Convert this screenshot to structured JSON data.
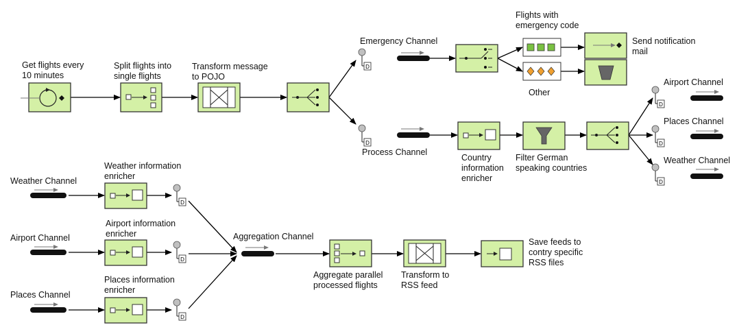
{
  "labels": {
    "get_flights": [
      "Get flights every",
      "10 minutes"
    ],
    "split_flights": [
      "Split flights into",
      "single flights"
    ],
    "transform_pojo": [
      "Transform message",
      "to POJO"
    ],
    "emergency_channel": "Emergency Channel",
    "flights_emergency": [
      "Flights with",
      "emergency code"
    ],
    "send_notification": [
      "Send notification",
      "mail"
    ],
    "other": "Other",
    "process_channel": "Process Channel",
    "country_enricher": [
      "Country",
      "information",
      "enricher"
    ],
    "filter_german": [
      "Filter German",
      "speaking countries"
    ],
    "airport_channel_out": "Airport Channel",
    "places_channel_out": "Places Channel",
    "weather_channel_out": "Weather Channel",
    "weather_channel_in": "Weather Channel",
    "airport_channel_in": "Airport Channel",
    "places_channel_in": "Places Channel",
    "weather_enricher": [
      "Weather information",
      "enricher"
    ],
    "airport_enricher": [
      "Airport information",
      "enricher"
    ],
    "places_enricher": [
      "Places information",
      "enricher"
    ],
    "aggregation_channel": "Aggregation Channel",
    "aggregate": [
      "Aggregate parallel",
      "processed flights"
    ],
    "transform_rss": [
      "Transform to",
      "RSS feed"
    ],
    "save_feeds": [
      "Save feeds to",
      "contry specific",
      "RSS files"
    ],
    "datatype_marker": "D"
  },
  "colors": {
    "node_fill": "#d4f0a6",
    "stroke": "#333333",
    "emergency_green": "#7ac142",
    "other_orange": "#f0a030",
    "filter_gray": "#666666"
  }
}
